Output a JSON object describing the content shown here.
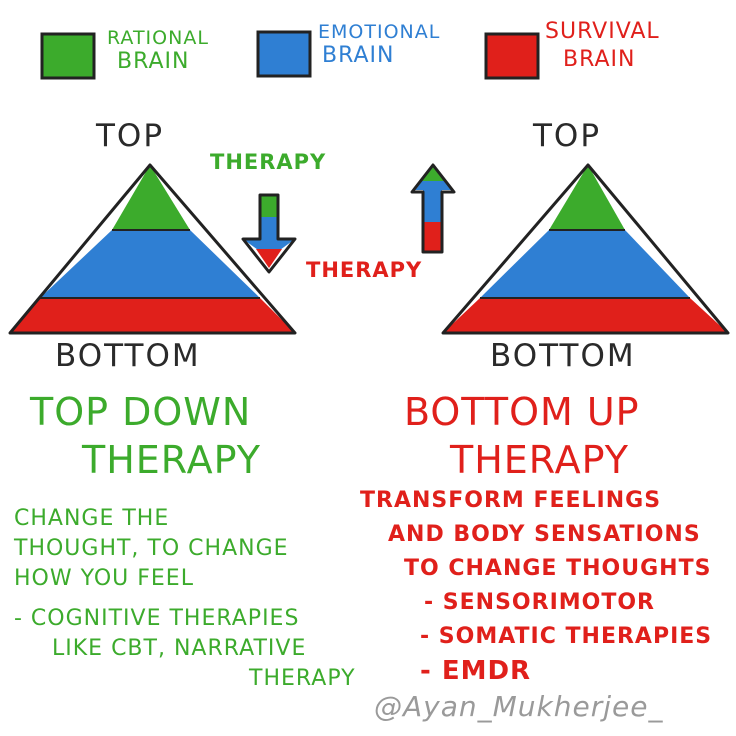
{
  "legend": {
    "rational": {
      "line1": "RATIONAL",
      "line2": "BRAIN",
      "color": "#3cab2c"
    },
    "emotional": {
      "line1": "EMOTIONAL",
      "line2": "BRAIN",
      "color": "#2f7fd3"
    },
    "survival": {
      "line1": "SURVIVAL",
      "line2": "BRAIN",
      "color": "#e0201b"
    }
  },
  "left_pyramid": {
    "top": "TOP",
    "bottom": "BOTTOM"
  },
  "right_pyramid": {
    "top": "TOP",
    "bottom": "BOTTOM"
  },
  "arrows": {
    "down_label": "THERAPY",
    "up_label": "THERAPY"
  },
  "top_down": {
    "title1": "TOP DOWN",
    "title2": "THERAPY",
    "lines": [
      "CHANGE THE",
      "THOUGHT, TO CHANGE",
      "HOW YOU FEEL",
      "- COGNITIVE THERAPIES",
      "LIKE CBT, NARRATIVE",
      "THERAPY"
    ]
  },
  "bottom_up": {
    "title1": "BOTTOM UP",
    "title2": "THERAPY",
    "lines": [
      "TRANSFORM FEELINGS",
      "AND BODY SENSATIONS",
      "TO CHANGE THOUGHTS",
      "- SENSORIMOTOR",
      "- SOMATIC THERAPIES",
      "- EMDR"
    ]
  },
  "signature": "@Ayan_Mukherjee_"
}
